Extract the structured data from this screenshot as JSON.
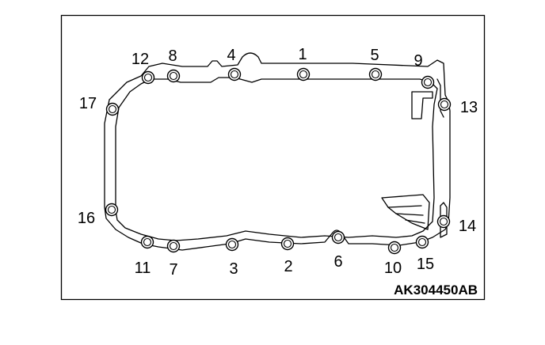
{
  "figure_code": "AK304450AB",
  "bolts": [
    {
      "n": "1",
      "label": "1"
    },
    {
      "n": "2",
      "label": "2"
    },
    {
      "n": "3",
      "label": "3"
    },
    {
      "n": "4",
      "label": "4"
    },
    {
      "n": "5",
      "label": "5"
    },
    {
      "n": "6",
      "label": "6"
    },
    {
      "n": "7",
      "label": "7"
    },
    {
      "n": "8",
      "label": "8"
    },
    {
      "n": "9",
      "label": "9"
    },
    {
      "n": "10",
      "label": "10"
    },
    {
      "n": "11",
      "label": "11"
    },
    {
      "n": "12",
      "label": "12"
    },
    {
      "n": "13",
      "label": "13"
    },
    {
      "n": "14",
      "label": "14"
    },
    {
      "n": "15",
      "label": "15"
    },
    {
      "n": "16",
      "label": "16"
    },
    {
      "n": "17",
      "label": "17"
    }
  ]
}
